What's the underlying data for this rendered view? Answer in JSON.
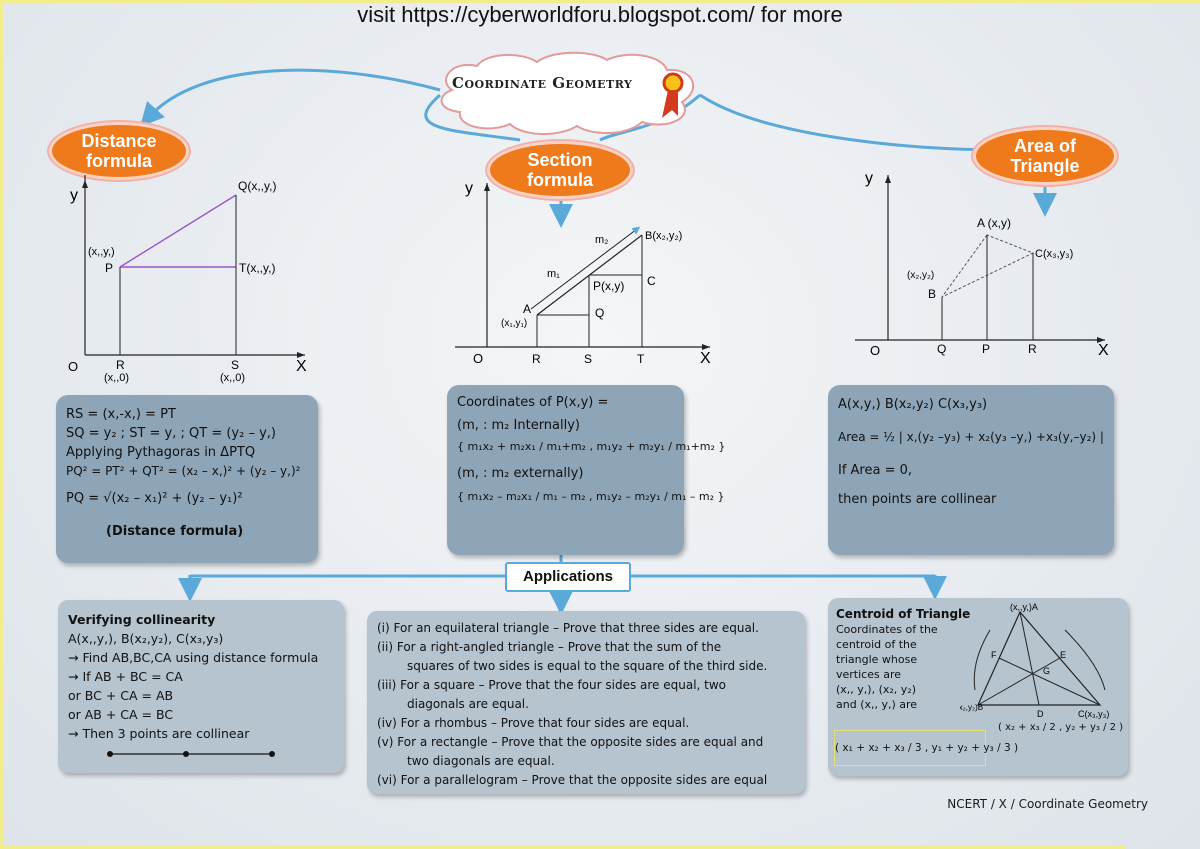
{
  "header": {
    "visit_text": "visit https://cyberworldforu.blogspot.com/ for more"
  },
  "title": "Coordinate Geometry",
  "colors": {
    "accent_orange": "#ee7a1c",
    "arrow_blue": "#5aa9d8",
    "box_blue": "#8ea5b8",
    "box_light": "#b5c4cf"
  },
  "distance": {
    "pill": "Distance formula",
    "labels": {
      "y": "y",
      "x": "X",
      "o": "O",
      "q": "Q(x,,y,)",
      "p1": "(x,,y,)",
      "p": "P",
      "t": "T(x,,y,)",
      "r": "R",
      "r2": "(x,,0)",
      "s": "S",
      "s2": "(x,,0)"
    },
    "box": {
      "l1": "RS = (x,-x,) = PT",
      "l2": "SQ = y₂ ; ST = y, ; QT = (y₂ – y,)",
      "l3": "Applying Pythagoras in ΔPTQ",
      "l4": "PQ² = PT² + QT² = (x₂ – x,)² + (y₂ – y,)²",
      "l5": "PQ = √(x₂ – x₁)² + (y₂ – y₁)²",
      "l6": "(Distance formula)"
    }
  },
  "section": {
    "pill": "Section formula",
    "labels": {
      "y": "y",
      "x": "X",
      "o": "O",
      "b": "B(x₂,y₂)",
      "m2": "m₂",
      "m1": "m₁",
      "p": "P(x,y)",
      "c": "C",
      "a": "A",
      "a2": "(x₁,y₁)",
      "q": "Q",
      "r": "R",
      "s": "S",
      "t": "T"
    },
    "box": {
      "l1": "Coordinates of P(x,y) =",
      "l2": "(m, : m₂ Internally)",
      "l3": "{ m₁x₂ + m₂x₁ / m₁+m₂ , m₁y₂ + m₂y₁ / m₁+m₂ }",
      "l4": "(m, : m₂ externally)",
      "l5": "{ m₁x₂ – m₂x₁ / m₁ – m₂ , m₁y₂ – m₂y₁ / m₁ – m₂ }"
    }
  },
  "area": {
    "pill": "Area of Triangle",
    "labels": {
      "y": "y",
      "x": "X",
      "o": "O",
      "a": "A (x,y)",
      "b1": "(x₂,y₂)",
      "b": "B",
      "c": "C(x₃,y₃)",
      "q": "Q",
      "p": "P",
      "r": "R"
    },
    "box": {
      "l1": "A(x,y,) B(x₂,y₂) C(x₃,y₃)",
      "l2": "Area = ½ | x,(y₂ –y₃) + x₂(y₃ –y,) +x₃(y,–y₂) |",
      "l3": "If Area = 0,",
      "l4": "then points are collinear"
    }
  },
  "applications": {
    "label": "Applications",
    "collinear": {
      "heading": "Verifying collinearity",
      "lines": [
        "A(x,,y,), B(x₂,y₂), C(x₃,y₃)",
        "→ Find AB,BC,CA using distance formula",
        "→ If AB + BC = CA",
        "or BC + CA = AB",
        "or AB + CA = BC",
        "→ Then 3 points are collinear"
      ]
    },
    "list": [
      "(i) For an equilateral triangle – Prove that three sides are equal.",
      "(ii) For a right-angled triangle – Prove that the sum of the",
      "squares of two sides is equal to the square of the third side.",
      "(iii) For a square – Prove that the four sides are equal, two",
      "diagonals are equal.",
      "(iv) For a rhombus – Prove that four sides are equal.",
      "(v) For a rectangle – Prove that the opposite sides are equal and",
      "two diagonals are equal.",
      "(vi) For a parallelogram – Prove that the opposite sides are equal"
    ],
    "centroid": {
      "heading": "Centroid of Triangle",
      "lines": [
        "Coordinates of the",
        "centroid of the",
        "triangle whose",
        "vertices are",
        "(x,, y,), (x₂, y₂)",
        "and (x,, y,) are"
      ],
      "formula": "( x₁ + x₂ + x₃ / 3 , y₁ + y₂ + y₃ / 3 )",
      "side": "( x₂ + x₃ / 2 , y₂ + y₃ / 2 )",
      "tri_labels": {
        "a": "(x,,y,)A",
        "b": "(x₂,y₂)B",
        "c": "C(x₃,y₃)",
        "d": "D",
        "e": "E",
        "f": "F",
        "g": "G"
      }
    }
  },
  "footer": "NCERT / X / Coordinate Geometry"
}
